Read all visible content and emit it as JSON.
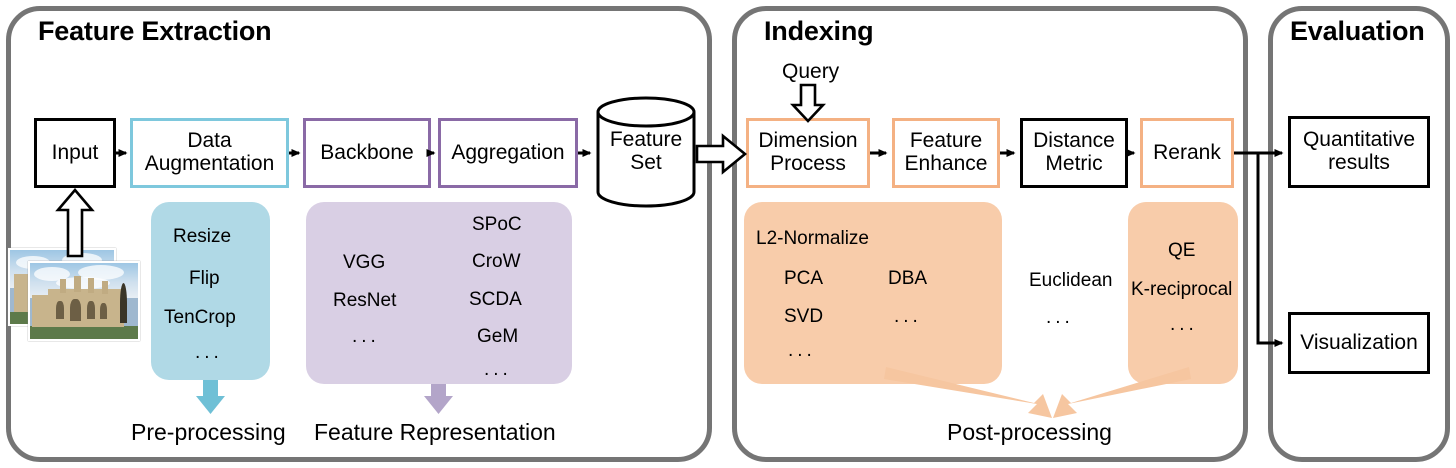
{
  "panels": [
    {
      "title": "Feature Extraction"
    },
    {
      "title": "Indexing"
    },
    {
      "title": "Evaluation"
    }
  ],
  "feature_extraction": {
    "nodes": [
      {
        "label": "Input",
        "style": "black"
      },
      {
        "label": "Data\nAugmentation",
        "style": "cyan"
      },
      {
        "label": "Backbone",
        "style": "purple"
      },
      {
        "label": "Aggregation",
        "style": "purple"
      },
      {
        "label": "Feature\nSet",
        "style": "cylinder"
      }
    ],
    "node_labels": {
      "input": "Input",
      "data_aug_line1": "Data",
      "data_aug_line2": "Augmentation",
      "backbone": "Backbone",
      "aggregation": "Aggregation",
      "feature_set_line1": "Feature",
      "feature_set_line2": "Set"
    },
    "preprocessing_pool": {
      "color": "#b0d9e6",
      "items": [
        "Resize",
        "Flip",
        "TenCrop",
        "..."
      ]
    },
    "representation_pool": {
      "color": "#d9cfe4",
      "backbone_items": [
        "VGG",
        "ResNet",
        "..."
      ],
      "aggregation_items": [
        "SPoC",
        "CroW",
        "SCDA",
        "GeM",
        "..."
      ]
    },
    "captions": {
      "preprocessing": "Pre-processing",
      "representation": "Feature Representation"
    }
  },
  "indexing": {
    "query_label": "Query",
    "node_labels": {
      "dimension_line1": "Dimension",
      "dimension_line2": "Process",
      "enhance_line1": "Feature",
      "enhance_line2": "Enhance",
      "distance_line1": "Distance",
      "distance_line2": "Metric",
      "rerank": "Rerank"
    },
    "dimension_pool": {
      "color": "#f8ccaa",
      "items_col1": [
        "L2-Normalize",
        "PCA",
        "SVD",
        "..."
      ],
      "items_col2": [
        "DBA",
        "..."
      ]
    },
    "distance_items": [
      "Euclidean",
      "..."
    ],
    "rerank_pool": {
      "color": "#f8ccaa",
      "items": [
        "QE",
        "K-reciprocal",
        "..."
      ]
    },
    "caption": "Post-processing"
  },
  "evaluation": {
    "nodes": {
      "quantitative_line1": "Quantitative",
      "quantitative_line2": "results",
      "visualization": "Visualization"
    }
  },
  "colors": {
    "panel_border": "#757575",
    "cyan_border": "#7ec8dd",
    "purple_border": "#8a6aa6",
    "orange_border": "#f4b183",
    "cyan_fill": "#b0d9e6",
    "purple_fill": "#d9cfe4",
    "orange_fill": "#f8ccaa",
    "arrow_black": "#000000"
  }
}
